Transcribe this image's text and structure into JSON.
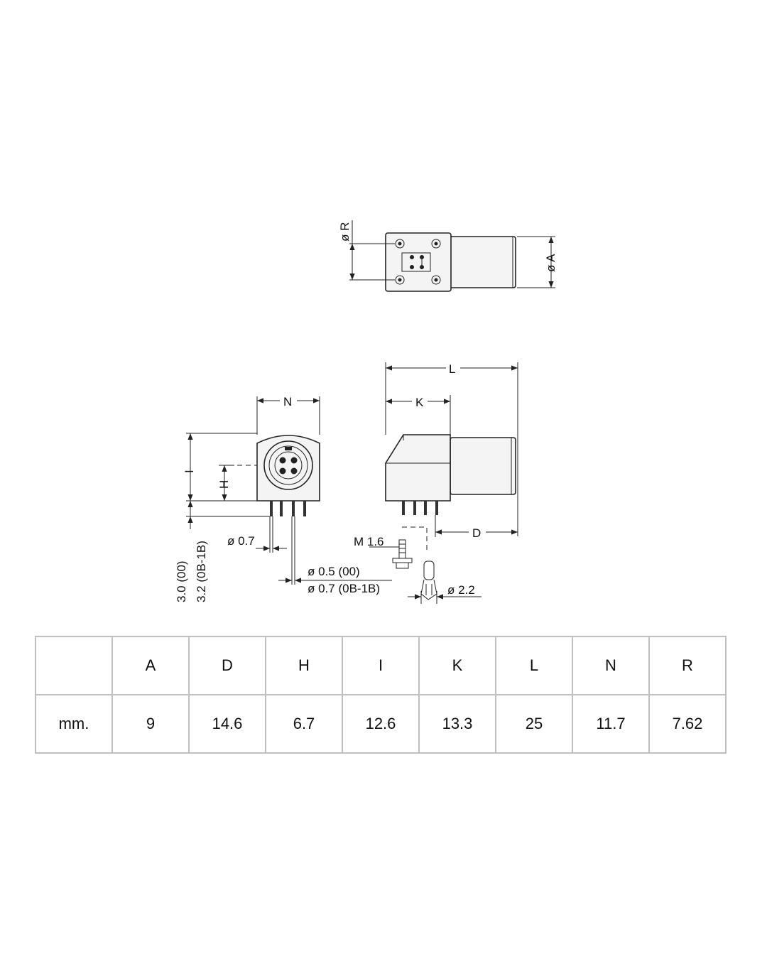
{
  "drawing": {
    "label_R": "ø R",
    "label_A": "ø A",
    "label_N": "N",
    "label_L": "L",
    "label_K": "K",
    "label_I": "I",
    "label_H": "H",
    "label_D": "D",
    "label_pin_dia": "ø 0.7",
    "label_m16": "M 1.6",
    "label_lead_00": "ø 0.5 (00)",
    "label_lead_0b1b": "ø 0.7 (0B-1B)",
    "label_dia22": "ø 2.2",
    "label_len_00": "3.0 (00)",
    "label_len_0b1b": "3.2 (0B-1B)"
  },
  "table": {
    "headers": [
      "",
      "A",
      "D",
      "H",
      "I",
      "K",
      "L",
      "N",
      "R"
    ],
    "rows": [
      [
        "mm.",
        "9",
        "14.6",
        "6.7",
        "12.6",
        "13.3",
        "25",
        "11.7",
        "7.62"
      ]
    ]
  }
}
